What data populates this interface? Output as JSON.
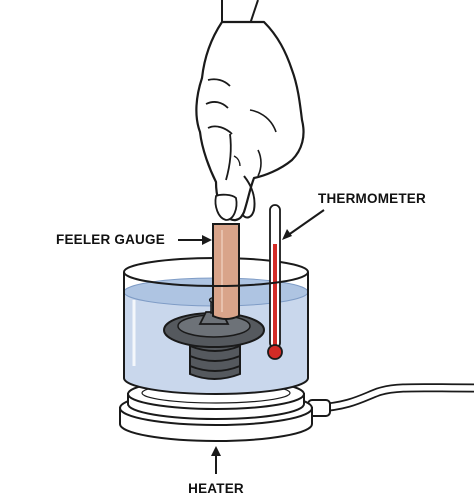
{
  "labels": {
    "thermometer": "THERMOMETER",
    "feeler_gauge": "FEELER GAUGE",
    "heater": "HEATER"
  },
  "colors": {
    "water": "#c9d7ec",
    "water_surface": "#aec4e2",
    "gauge": "#d9a48a",
    "thermometer_fluid": "#d22b26",
    "thermostat": "#55595e",
    "outline": "#1a1a1a",
    "hand": "#ffffff"
  }
}
